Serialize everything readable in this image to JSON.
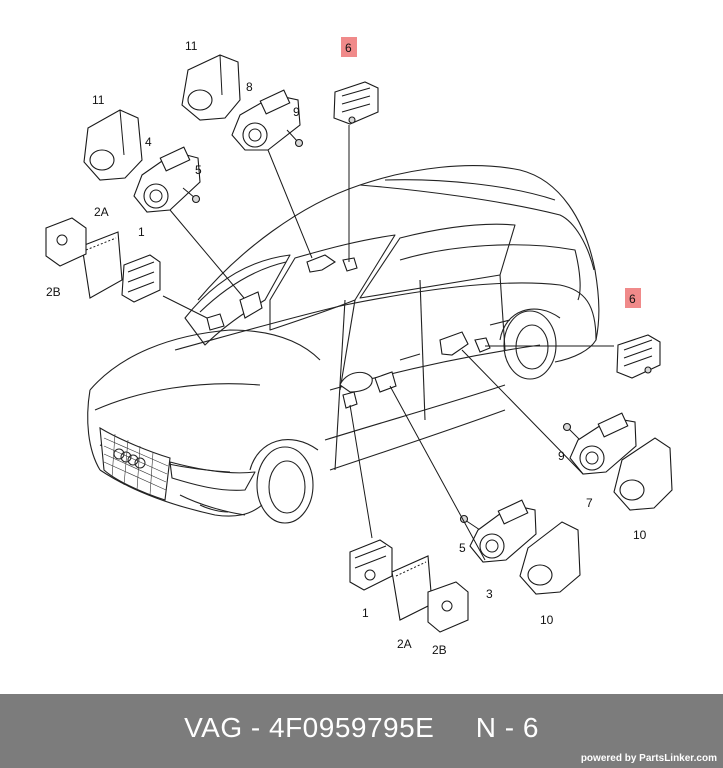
{
  "labels": {
    "l11a": "11",
    "l11b": "11",
    "l8": "8",
    "l9a": "9",
    "l6a": "6",
    "l4": "4",
    "l5a": "5",
    "l2Aa": "2A",
    "l1a": "1",
    "l2Ba": "2B",
    "l6b": "6",
    "l9b": "9",
    "l7": "7",
    "l10a": "10",
    "l5b": "5",
    "l3": "3",
    "l10b": "10",
    "l1b": "1",
    "l2Ab": "2A",
    "l2Bb": "2B"
  },
  "colors": {
    "highlight": "#f08a8a",
    "footer_bg": "#7c7c7c",
    "footer_text": "#ffffff"
  },
  "footer": {
    "title": "VAG - 4F0959795E     N - 6",
    "powered_by": "powered by PartsLinker.com"
  }
}
